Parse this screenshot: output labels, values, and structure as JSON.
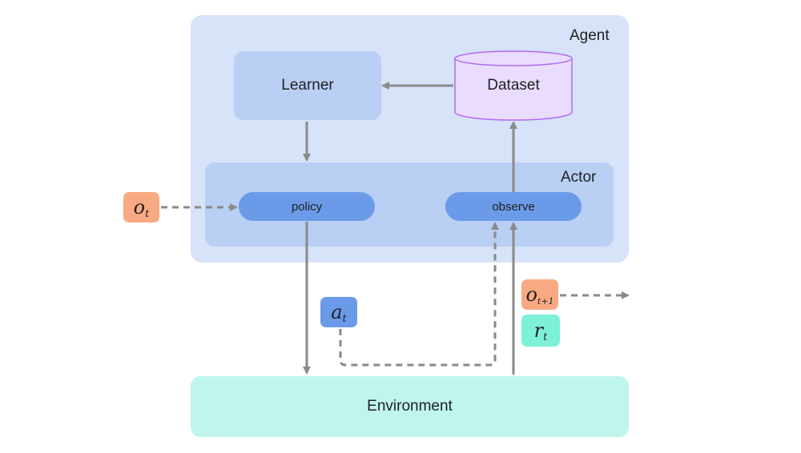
{
  "agent": {
    "label": "Agent"
  },
  "actor": {
    "label": "Actor"
  },
  "learner": {
    "label": "Learner"
  },
  "dataset": {
    "label": "Dataset"
  },
  "policy": {
    "label": "policy"
  },
  "observe": {
    "label": "observe"
  },
  "environment": {
    "label": "Environment"
  },
  "symbols": {
    "o_t": {
      "base": "o",
      "sub": "t"
    },
    "a_t": {
      "base": "a",
      "sub": "t"
    },
    "o_t1": {
      "base": "o",
      "sub": "t+1"
    },
    "r_t": {
      "base": "r",
      "sub": "t"
    }
  },
  "colors": {
    "agent_bg": "#d6e3f8",
    "actor_bg": "#b9cff4",
    "pill": "#6b9be8",
    "dataset_fill": "#eadcff",
    "dataset_stroke": "#b06cf0",
    "environment_bg": "#c0f5ec",
    "observation_tag": "#f9aa82",
    "reward_tag": "#7cf0d9",
    "arrow": "#8a8a8a"
  }
}
